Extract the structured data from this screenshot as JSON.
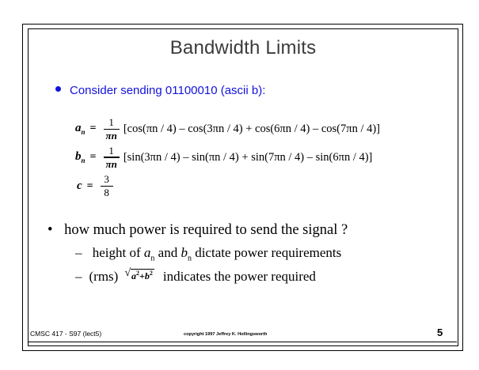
{
  "slide": {
    "title": "Bandwidth Limits",
    "page_number": "5",
    "title_color": "#3b3b3b",
    "accent_color": "#1212dd"
  },
  "bullets": {
    "blue": {
      "marker": "●",
      "text": "Consider sending 01100010 (ascii b):"
    },
    "power_question": {
      "marker": "•",
      "text": "how much power is required to send the signal ?"
    },
    "sub_items": [
      {
        "marker": "–",
        "prefix": "height of ",
        "var1": "a",
        "var1_sub": "n",
        "middle": " and ",
        "var2": "b",
        "var2_sub": "n",
        "suffix": " dictate power requirements"
      },
      {
        "marker": "–",
        "prefix": "(rms)",
        "radical": {
          "sign": "√",
          "term1": "a",
          "exp1": "2",
          "plus": "+",
          "term2": "b",
          "exp2": "2"
        },
        "suffix": "indicates the power required"
      }
    ]
  },
  "equations": [
    {
      "lhs": "a",
      "lhs_sub": "n",
      "equals": "=",
      "frac_num": "1",
      "frac_den": "πn",
      "body_parts": [
        "[cos(",
        "πn",
        " / 4) – cos(3",
        "πn",
        " / 4) + cos(6",
        "πn",
        " / 4) – cos(7",
        "πn",
        " / 4)]"
      ],
      "body_plain": "[cos(πn / 4) – cos(3πn / 4) + cos(6πn / 4) – cos(7πn / 4)]"
    },
    {
      "lhs": "b",
      "lhs_sub": "n",
      "equals": "=",
      "frac_num": "1",
      "frac_den": "πn",
      "body_plain": "[sin(3πn / 4) – sin(πn / 4) + sin(7πn / 4) – sin(6πn / 4)]"
    },
    {
      "lhs": "c",
      "lhs_sub": "",
      "equals": "=",
      "frac_num": "3",
      "frac_den": "8",
      "body_plain": ""
    }
  ],
  "footer": {
    "left": "CMSC 417 - S97  (lect5)",
    "center": "copyright 1997  Jeffrey K. Hollingsworth"
  }
}
